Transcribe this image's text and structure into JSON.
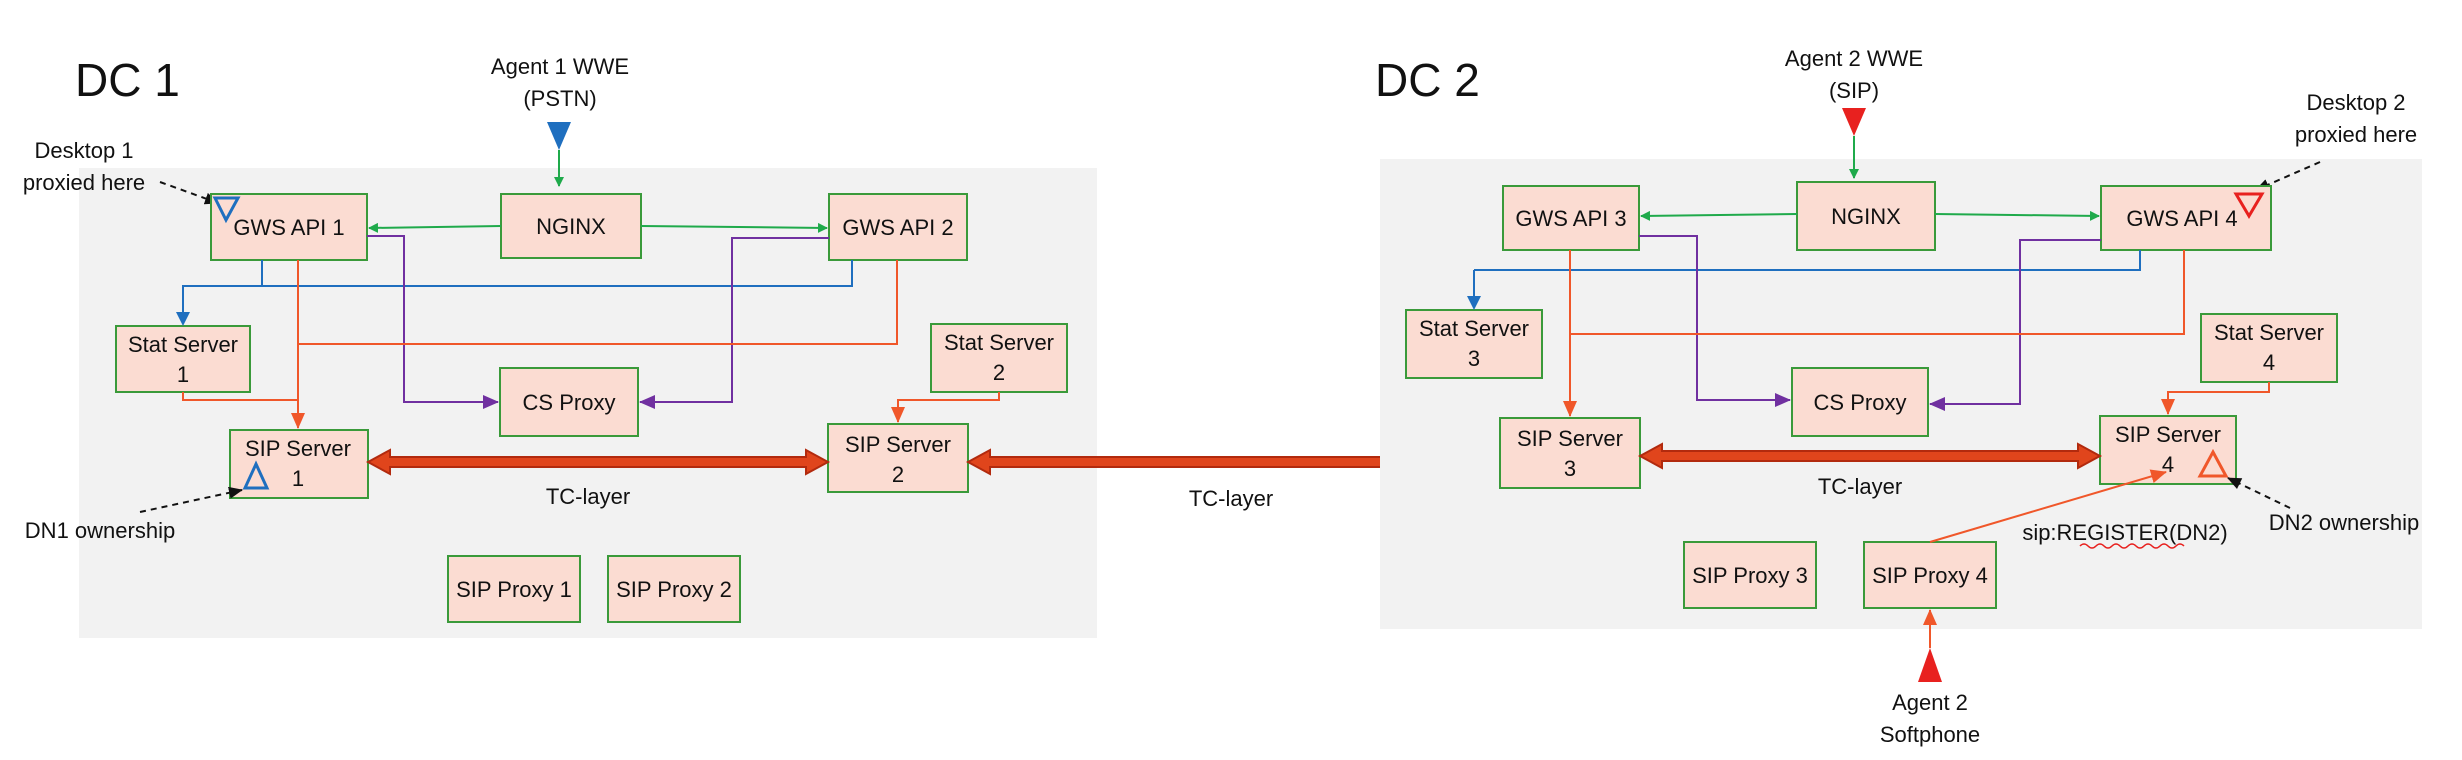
{
  "colors": {
    "panel_bg": "#f2f2f2",
    "node_fill": "#fbdcd2",
    "node_border": "#3a9a3a",
    "green": "#1faa4b",
    "blue": "#1f6fbf",
    "purple": "#7030a0",
    "orange": "#f0572a",
    "red": "#e8211f",
    "tc_fill": "#e0451c",
    "tc_stroke": "#b22a0e"
  },
  "dc1": {
    "title": "DC 1",
    "agent": [
      "Agent 1 WWE",
      "(PSTN)"
    ],
    "desktop": [
      "Desktop 1",
      "proxied  here"
    ],
    "dn": "DN1 ownership",
    "tc_label": "TC-layer",
    "nodes": {
      "gws1": "GWS API 1",
      "nginx": "NGINX",
      "gws2": "GWS API 2",
      "stat1": [
        "Stat Server",
        "1"
      ],
      "stat2": [
        "Stat Server",
        "2"
      ],
      "csproxy": "CS Proxy",
      "sip1": [
        "SIP Server",
        "1"
      ],
      "sip2": [
        "SIP Server",
        "2"
      ],
      "sipproxy1": "SIP Proxy 1",
      "sipproxy2": "SIP Proxy 2"
    }
  },
  "middle": {
    "tc_label": "TC-layer"
  },
  "dc2": {
    "title": "DC 2",
    "agent": [
      "Agent 2 WWE",
      "(SIP)"
    ],
    "desktop": [
      "Desktop 2",
      "proxied  here"
    ],
    "dn": "DN2 ownership",
    "tc_label": "TC-layer",
    "register": "sip:REGISTER(DN2)",
    "softphone": [
      "Agent 2",
      "Softphone"
    ],
    "nodes": {
      "gws3": "GWS API 3",
      "nginx": "NGINX",
      "gws4": "GWS API 4",
      "stat3": [
        "Stat Server",
        "3"
      ],
      "stat4": [
        "Stat Server",
        "4"
      ],
      "csproxy": "CS Proxy",
      "sip3": [
        "SIP Server",
        "3"
      ],
      "sip4": [
        "SIP Server",
        "4"
      ],
      "sipproxy3": "SIP Proxy 3",
      "sipproxy4": "SIP Proxy 4"
    }
  }
}
